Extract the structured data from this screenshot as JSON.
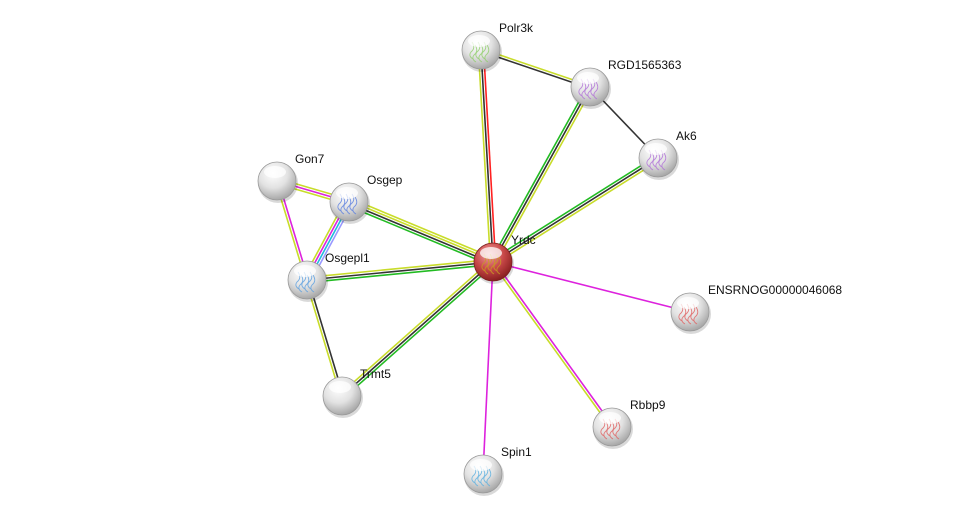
{
  "network": {
    "nodes": [
      {
        "id": "Polr3k",
        "label": "Polr3k",
        "query": false,
        "structure_tint": "#8fcf6a"
      },
      {
        "id": "RGD1565363",
        "label": "RGD1565363",
        "query": false,
        "structure_tint": "#b070d8"
      },
      {
        "id": "Ak6",
        "label": "Ak6",
        "query": false,
        "structure_tint": "#b070d8"
      },
      {
        "id": "Gon7",
        "label": "Gon7",
        "query": false,
        "structure_tint": ""
      },
      {
        "id": "Osgep",
        "label": "Osgep",
        "query": false,
        "structure_tint": "#5b7fe0"
      },
      {
        "id": "Yrdc",
        "label": "Yrdc",
        "query": true,
        "structure_tint": "#c8a020"
      },
      {
        "id": "Osgepl1",
        "label": "Osgepl1",
        "query": false,
        "structure_tint": "#5b9fe0"
      },
      {
        "id": "ENSRNOG00000046068",
        "label": "ENSRNOG00000046068",
        "query": false,
        "structure_tint": "#e06060"
      },
      {
        "id": "Trmt5",
        "label": "Trmt5",
        "query": false,
        "structure_tint": ""
      },
      {
        "id": "Rbbp9",
        "label": "Rbbp9",
        "query": false,
        "structure_tint": "#e06060"
      },
      {
        "id": "Spin1",
        "label": "Spin1",
        "query": false,
        "structure_tint": "#5bb0e0"
      }
    ],
    "edges": [
      {
        "from": "Yrdc",
        "to": "Polr3k",
        "colors": [
          "#c8dc2a",
          "#333333",
          "#ff2020"
        ]
      },
      {
        "from": "Polr3k",
        "to": "RGD1565363",
        "colors": [
          "#c8dc2a",
          "#333333"
        ]
      },
      {
        "from": "RGD1565363",
        "to": "Ak6",
        "colors": [
          "#333333"
        ]
      },
      {
        "from": "Yrdc",
        "to": "RGD1565363",
        "colors": [
          "#22bb22",
          "#333333",
          "#c8dc2a"
        ]
      },
      {
        "from": "Yrdc",
        "to": "Ak6",
        "colors": [
          "#22bb22",
          "#333333",
          "#c8dc2a"
        ]
      },
      {
        "from": "Yrdc",
        "to": "Osgep",
        "colors": [
          "#22bb22",
          "#333333",
          "#c8dc2a",
          "#c8dc2a"
        ]
      },
      {
        "from": "Yrdc",
        "to": "Osgepl1",
        "colors": [
          "#22bb22",
          "#333333",
          "#c8dc2a"
        ]
      },
      {
        "from": "Yrdc",
        "to": "Trmt5",
        "colors": [
          "#22bb22",
          "#333333",
          "#c8dc2a"
        ]
      },
      {
        "from": "Yrdc",
        "to": "ENSRNOG00000046068",
        "colors": [
          "#dd22dd"
        ]
      },
      {
        "from": "Yrdc",
        "to": "Rbbp9",
        "colors": [
          "#dd22dd",
          "#c8dc2a"
        ]
      },
      {
        "from": "Yrdc",
        "to": "Spin1",
        "colors": [
          "#dd22dd"
        ]
      },
      {
        "from": "Gon7",
        "to": "Osgep",
        "colors": [
          "#c8dc2a",
          "#dd22dd",
          "#c8dc2a"
        ]
      },
      {
        "from": "Gon7",
        "to": "Osgepl1",
        "colors": [
          "#dd22dd",
          "#c8dc2a"
        ]
      },
      {
        "from": "Osgep",
        "to": "Osgepl1",
        "colors": [
          "#9999ff",
          "#22bbdd",
          "#dd22dd",
          "#c8dc2a"
        ]
      },
      {
        "from": "Osgepl1",
        "to": "Trmt5",
        "colors": [
          "#333333",
          "#c8dc2a"
        ]
      }
    ],
    "colors": {
      "query_node": "#c83a3a",
      "node": "#d8d8d8"
    }
  }
}
